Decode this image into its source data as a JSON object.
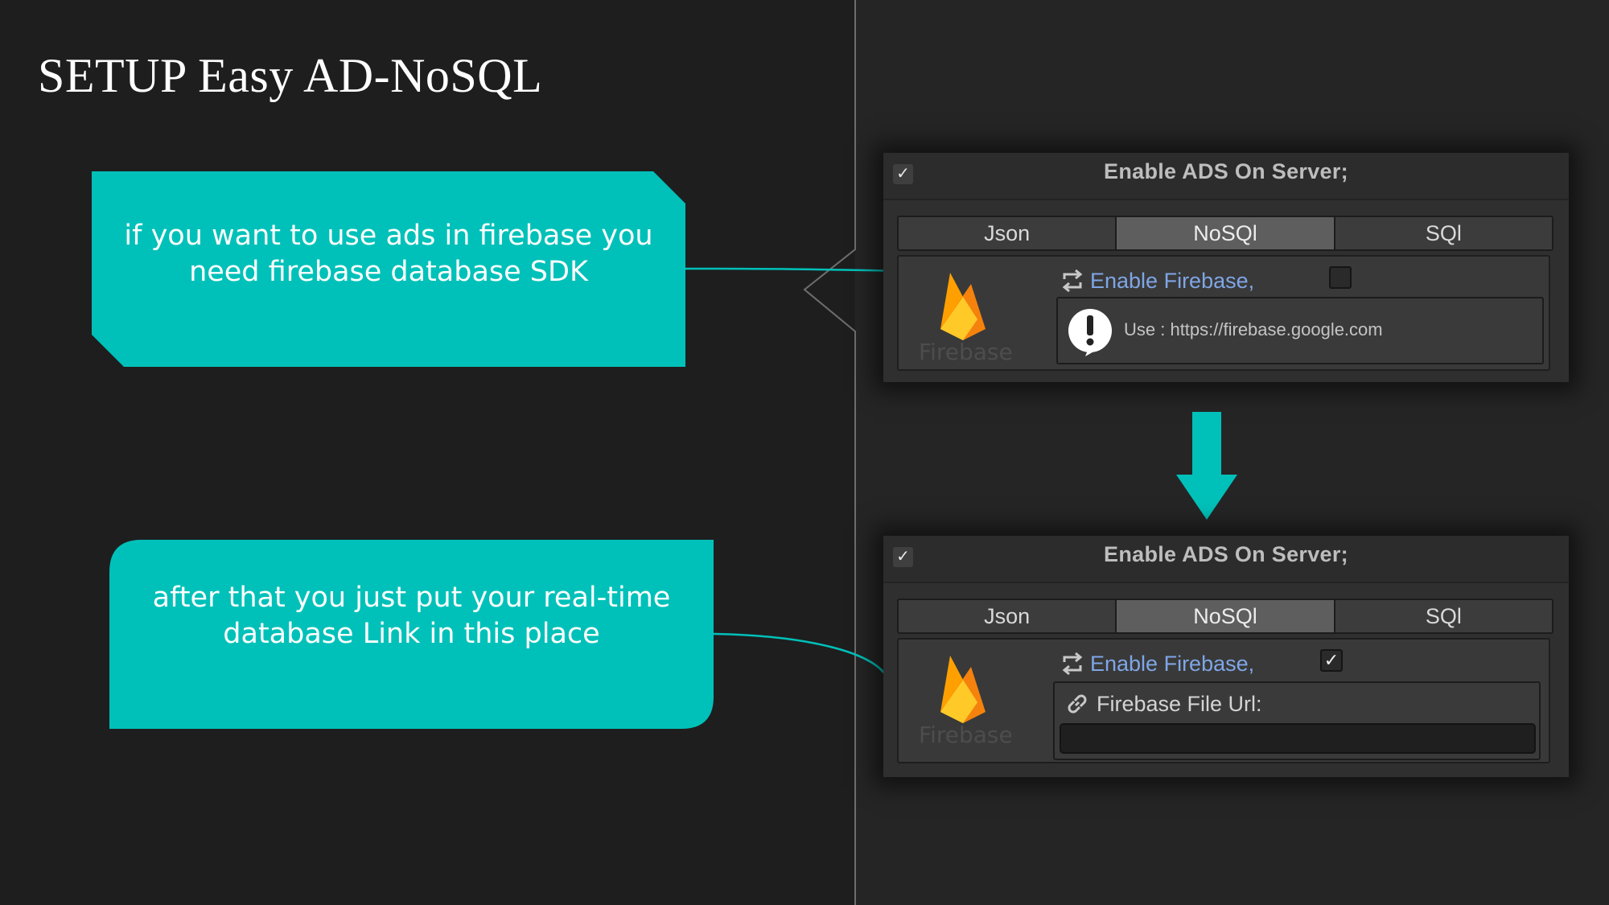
{
  "slide": {
    "title": "SETUP Easy AD-NoSQL"
  },
  "callouts": [
    {
      "lines": [
        "if you want to use ads in firebase you",
        "need firebase database SDK"
      ]
    },
    {
      "lines": [
        "after that you just put your real-time",
        "database  Link in this place"
      ]
    }
  ],
  "panel_top": {
    "header_title": "Enable ADS On Server;",
    "header_checked": true,
    "tabs": [
      "Json",
      "NoSQl",
      "SQl"
    ],
    "active_tab": "NoSQl",
    "logo_label": "Firebase",
    "enable_label": "Enable Firebase,",
    "enable_checked": false,
    "help_text": "Use : https://firebase.google.com"
  },
  "panel_bottom": {
    "header_title": "Enable ADS On Server;",
    "header_checked": true,
    "tabs": [
      "Json",
      "NoSQl",
      "SQl"
    ],
    "active_tab": "NoSQl",
    "logo_label": "Firebase",
    "enable_label": "Enable Firebase,",
    "enable_checked": true,
    "url_label": "Firebase File Url:",
    "url_value": ""
  },
  "icons": {
    "check": "✓",
    "enable": "arrows-icon",
    "help": "exclamation-icon",
    "url": "link-icon",
    "logo": "firebase-flame-icon",
    "flow": "down-arrow-icon"
  },
  "colors": {
    "background": "#1e1e1f",
    "accent_teal": "#00c1b9",
    "link_blue": "#7fa6e6",
    "flame_orange": "#f5820d",
    "flame_yellow": "#ffca28"
  }
}
